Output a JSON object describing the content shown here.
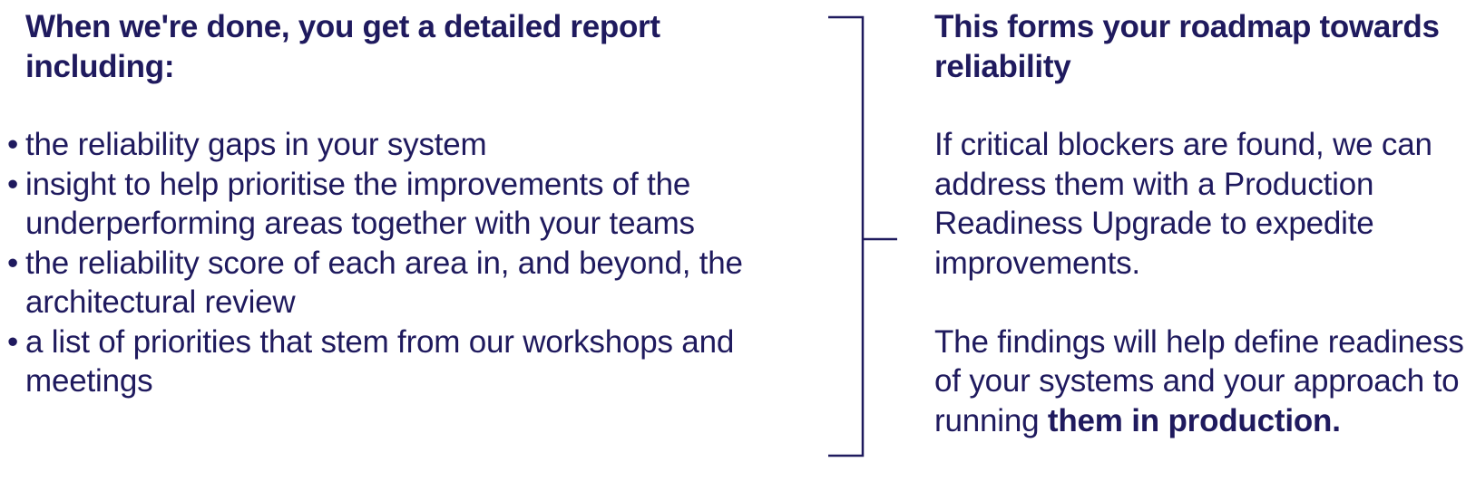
{
  "left": {
    "heading": "When we're done, you get a detailed report including:",
    "bullet_glyph": "•",
    "items": [
      "the reliability gaps in your system",
      "insight to help prioritise the improvements of the underperforming areas together with your teams",
      "the reliability score of each area in, and beyond, the architectural review",
      "a list of priorities that stem from our workshops and meetings"
    ]
  },
  "right": {
    "heading": "This forms your roadmap towards reliability",
    "paragraph1": "If critical blockers are found, we can address them with a Production Readiness Upgrade to expedite improvements.",
    "paragraph2_prefix": "The findings will help define readiness of your systems and your approach to running ",
    "paragraph2_bold": "them in production."
  },
  "colors": {
    "text": "#1f1a5e",
    "bracket": "#1f1a5e",
    "background": "#ffffff"
  }
}
